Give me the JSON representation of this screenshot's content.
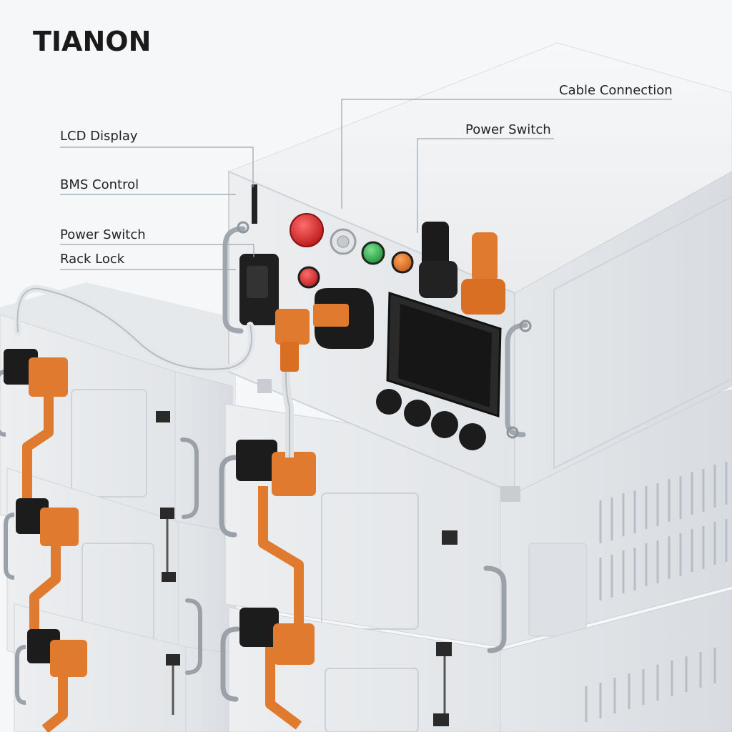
{
  "brand": {
    "logo_text": "TIANON"
  },
  "callouts": {
    "lcd_display": "LCD Display",
    "bms_control": "BMS Control",
    "power_switch_left": "Power Switch",
    "rack_lock": "Rack Lock",
    "cable_connection": "Cable Connection",
    "power_switch_right": "Power Switch"
  },
  "colors": {
    "background": "#f6f7f8",
    "cabinet_white": "#eef0f1",
    "accent_orange": "#e07a2e",
    "connector_black": "#1c1c1c",
    "emergency_red": "#d42a2a",
    "indicator_green": "#2fb24a",
    "leader_line": "#9aa4ae"
  }
}
